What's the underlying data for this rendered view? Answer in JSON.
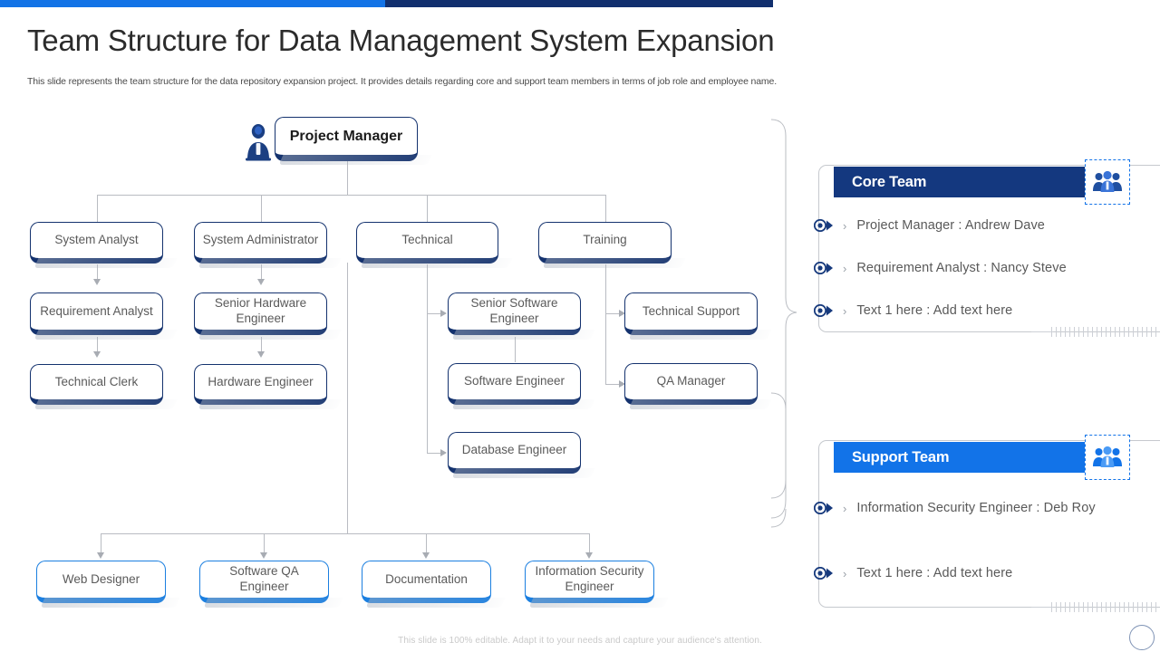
{
  "header": {
    "title": "Team Structure for Data Management System Expansion",
    "subtitle": "This slide represents the team structure for the data repository expansion project. It provides details regarding core and support team members in terms of job role and employee name."
  },
  "topbar": {
    "left_color": "#1373e6",
    "right_color": "#112f6e"
  },
  "org_chart": {
    "root": {
      "label": "Project Manager",
      "icon": "person-icon"
    },
    "level1": [
      {
        "label": "System Analyst"
      },
      {
        "label": "System Administrator"
      },
      {
        "label": "Technical"
      },
      {
        "label": "Training"
      }
    ],
    "branch_system_analyst": [
      {
        "label": "Requirement Analyst"
      },
      {
        "label": "Technical Clerk"
      }
    ],
    "branch_system_administrator": [
      {
        "label": "Senior Hardware Engineer"
      },
      {
        "label": "Hardware Engineer"
      }
    ],
    "branch_technical": [
      {
        "label": "Senior Software Engineer"
      },
      {
        "label": "Software Engineer"
      },
      {
        "label": "Database Engineer"
      }
    ],
    "branch_training": [
      {
        "label": "Technical Support"
      },
      {
        "label": "QA Manager"
      }
    ],
    "bottom_row": [
      {
        "label": "Web Designer"
      },
      {
        "label": "Software QA Engineer"
      },
      {
        "label": "Documentation"
      },
      {
        "label": "Information Security Engineer"
      }
    ]
  },
  "panels": [
    {
      "title": "Core Team",
      "color": "#14387f",
      "icon": "group-people-icon",
      "items": [
        "Project Manager : Andrew Dave",
        "Requirement Analyst :  Nancy  Steve",
        "Text  1 here : Add text here"
      ]
    },
    {
      "title": "Support Team",
      "color": "#1273e8",
      "icon": "group-people-icon",
      "items": [
        "Information  Security  Engineer  :  Deb Roy",
        "Text  1 here : Add text here"
      ]
    }
  ],
  "footer": {
    "note": "This slide is 100% editable.  Adapt it to your needs and capture your audience's attention."
  }
}
